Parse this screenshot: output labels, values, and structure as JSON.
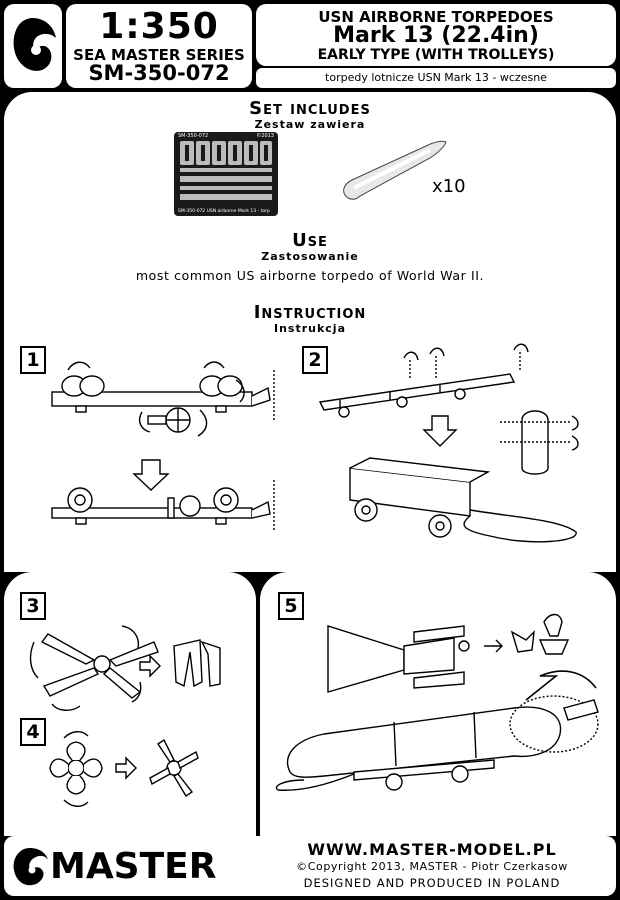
{
  "header": {
    "scale": "1:350",
    "series": "SEA MASTER SERIES",
    "code": "SM-350-072",
    "title_line1": "USN AIRBORNE TORPEDOES",
    "title_line2": "Mark 13 (22.4in)",
    "title_line3": "EARLY TYPE (WITH TROLLEYS)",
    "subtitle_pl": "torpedy lotnicze USN Mark 13 - wczesne"
  },
  "set_includes": {
    "title": "Set includes",
    "title_pl": "Zestaw zawiera",
    "fret_code": "SM-350-072",
    "fret_year": "©2013",
    "fret_caption": "SM-350-072 USN airborne Mark 13 - torp",
    "quantity": "x10"
  },
  "use": {
    "title": "Use",
    "title_pl": "Zastosowanie",
    "text": "most common US airborne torpedo of World War II."
  },
  "instruction": {
    "title": "Instruction",
    "title_pl": "Instrukcja",
    "steps": [
      "1",
      "2",
      "3",
      "4",
      "5"
    ]
  },
  "footer": {
    "brand": "MASTER",
    "url": "WWW.MASTER-MODEL.PL",
    "copyright": "©Copyright 2013, MASTER - Piotr Czerkasow",
    "designed": "DESIGNED AND PRODUCED IN POLAND"
  },
  "icons": {
    "logo": "master-swirl-logo-icon",
    "arrow": "arrow-icon"
  }
}
